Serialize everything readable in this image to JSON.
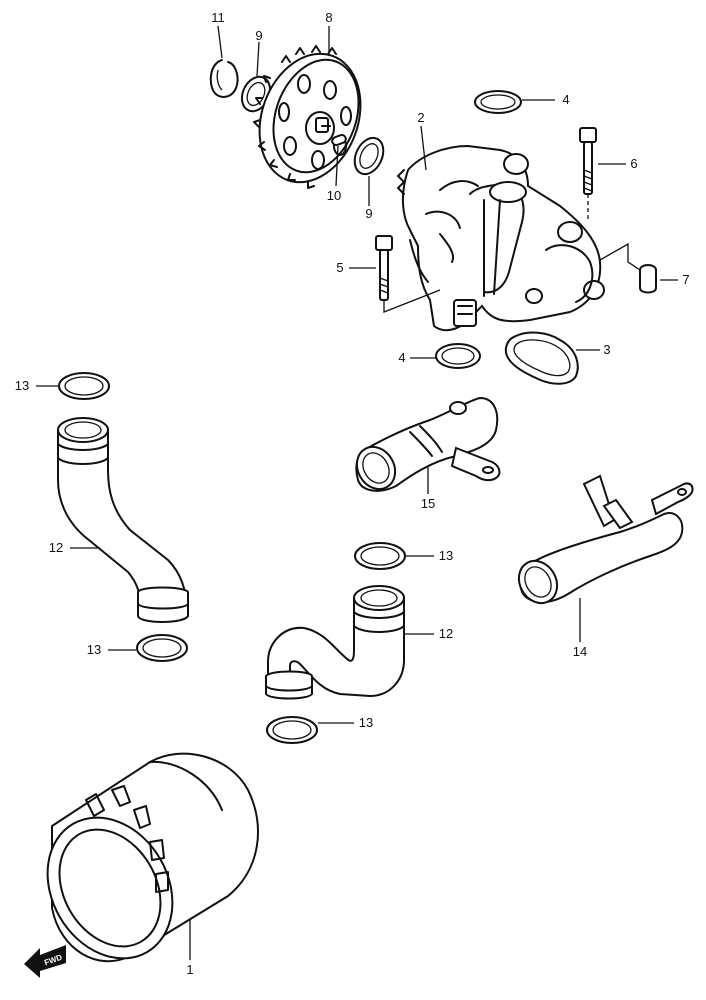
{
  "callouts": {
    "c1": "1",
    "c2": "2",
    "c3": "3",
    "c4a": "4",
    "c4b": "4",
    "c5": "5",
    "c6": "6",
    "c7": "7",
    "c8": "8",
    "c9a": "9",
    "c9b": "9",
    "c10": "10",
    "c11": "11",
    "c12a": "12",
    "c12b": "12",
    "c13a": "13",
    "c13b": "13",
    "c13c": "13",
    "c13d": "13",
    "c14": "14",
    "c15": "15"
  },
  "fwd_label": "FWD"
}
